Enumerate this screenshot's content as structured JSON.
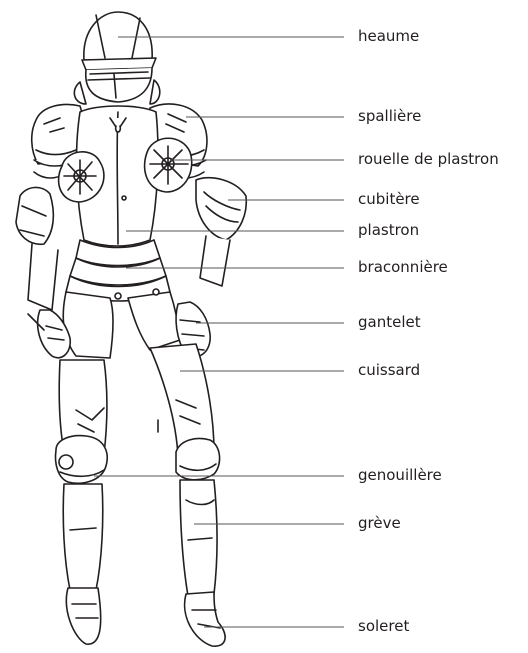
{
  "diagram": {
    "labels": [
      {
        "id": "heaume",
        "text": "heaume"
      },
      {
        "id": "spalliere",
        "text": "spallière"
      },
      {
        "id": "rouelle",
        "text": "rouelle de plastron"
      },
      {
        "id": "cubitere",
        "text": "cubitère"
      },
      {
        "id": "plastron",
        "text": "plastron"
      },
      {
        "id": "braconniere",
        "text": "braconnière"
      },
      {
        "id": "gantelet",
        "text": "gantelet"
      },
      {
        "id": "cuissard",
        "text": "cuissard"
      },
      {
        "id": "genouillere",
        "text": "genouillère"
      },
      {
        "id": "greve",
        "text": "grève"
      },
      {
        "id": "soleret",
        "text": "soleret"
      }
    ],
    "colors": {
      "ink": "#231f20",
      "leader_line": "#555555",
      "background": "#ffffff",
      "armor_fill": "#ffffff"
    }
  }
}
